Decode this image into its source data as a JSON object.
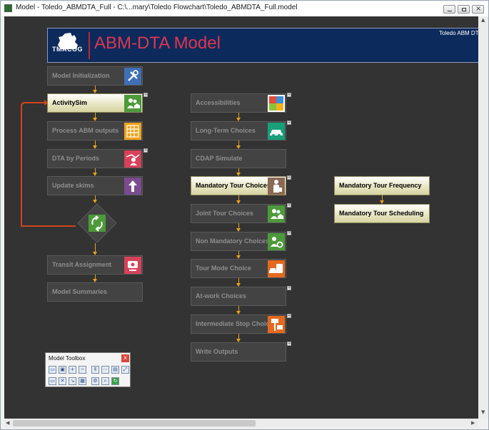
{
  "window": {
    "title": "Model - Toledo_ABMDTA_Full - C:\\...mary\\Toledo Flowchart\\Toledo_ABMDTA_Full.model"
  },
  "banner": {
    "logo_text": "TMACOG",
    "title": "ABM-DTA Model",
    "corner_text": "Toledo ABM DTA"
  },
  "column1": [
    {
      "label": "Model Initialization",
      "icon": "tools-icon",
      "active": false
    },
    {
      "label": "ActivitySim",
      "icon": "people-house-icon",
      "active": true
    },
    {
      "label": "Process ABM outputs",
      "icon": "grid-table-icon",
      "active": false
    },
    {
      "label": "DTA by Periods",
      "icon": "network-person-icon",
      "active": false
    },
    {
      "label": "Update skims",
      "icon": "up-arrow-icon",
      "active": false
    },
    {
      "label": "Transit Assignment",
      "icon": "transit-person-icon",
      "active": false
    },
    {
      "label": "Model Summaries",
      "icon": "",
      "active": false
    }
  ],
  "column2": [
    {
      "label": "Accessibilities",
      "icon": "puzzle-icon",
      "active": false
    },
    {
      "label": "Long-Term Choices",
      "icon": "car-icon",
      "active": false
    },
    {
      "label": "CDAP Simulate",
      "icon": "",
      "active": false
    },
    {
      "label": "Mandatory Tour Choices",
      "icon": "worker-icon",
      "active": true
    },
    {
      "label": "Joint Tour Choices",
      "icon": "people-house-icon",
      "active": false
    },
    {
      "label": "Non Mandatory Choices",
      "icon": "people-gear-icon",
      "active": false
    },
    {
      "label": "Tour Mode Choice",
      "icon": "car-bus-icon",
      "active": false
    },
    {
      "label": "At-work Choices",
      "icon": "",
      "active": false
    },
    {
      "label": "Intermediate Stop Choices",
      "icon": "stop-icon",
      "active": false
    },
    {
      "label": "Write Outputs",
      "icon": "",
      "active": false
    }
  ],
  "column3": [
    {
      "label": "Mandatory Tour Frequency",
      "active": true
    },
    {
      "label": "Mandatory Tour Scheduling",
      "active": true
    }
  ],
  "loop": {
    "icon": "recycle-icon"
  },
  "toolbox": {
    "title": "Model Toolbox",
    "close": "x"
  },
  "colors": {
    "canvas": "#333333",
    "step_inactive": "#434343",
    "connector": "#e8a11c",
    "loop_line": "#d0451b",
    "banner": "#0d2a5c",
    "banner_title": "#e0364e"
  }
}
